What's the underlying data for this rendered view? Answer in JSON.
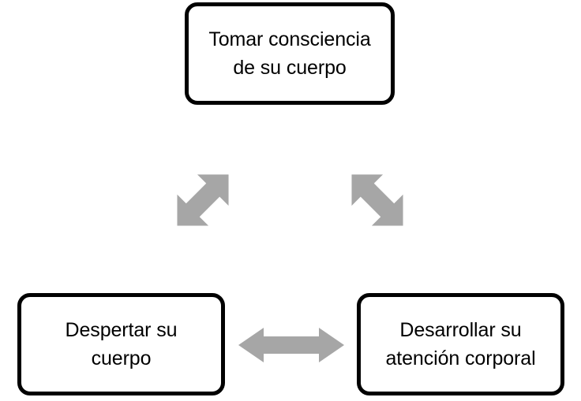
{
  "diagram": {
    "title": "Tomar consciencia de su cuerpo",
    "type": "triangular-relationship-diagram",
    "background_color": "#FFFFFF",
    "node_border_color": "#000000",
    "node_fill_color": "#FFFFFF",
    "text_color": "#000000",
    "arrow_color": "#A6A6A6",
    "nodes": [
      {
        "id": "top",
        "label": "Tomar consciencia\nde su cuerpo",
        "line1": "Tomar consciencia",
        "line2": "de su cuerpo"
      },
      {
        "id": "bottom-left",
        "label": "Despertar su\ncuerpo",
        "line1": "Despertar su",
        "line2": "cuerpo"
      },
      {
        "id": "bottom-right",
        "label": "Desarrollar su\natención corporal",
        "line1": "Desarrollar su",
        "line2": "atención corporal"
      }
    ],
    "connectors": [
      {
        "id": "left-diagonal",
        "icon": "double-headed-arrow-icon",
        "from": "bottom-left",
        "to": "top",
        "direction": "bidirectional",
        "orientation": "diagonal-up-right"
      },
      {
        "id": "right-diagonal",
        "icon": "double-headed-arrow-icon",
        "from": "top",
        "to": "bottom-right",
        "direction": "bidirectional",
        "orientation": "diagonal-down-right"
      },
      {
        "id": "horizontal",
        "icon": "double-headed-arrow-icon",
        "from": "bottom-left",
        "to": "bottom-right",
        "direction": "bidirectional",
        "orientation": "horizontal"
      }
    ]
  }
}
